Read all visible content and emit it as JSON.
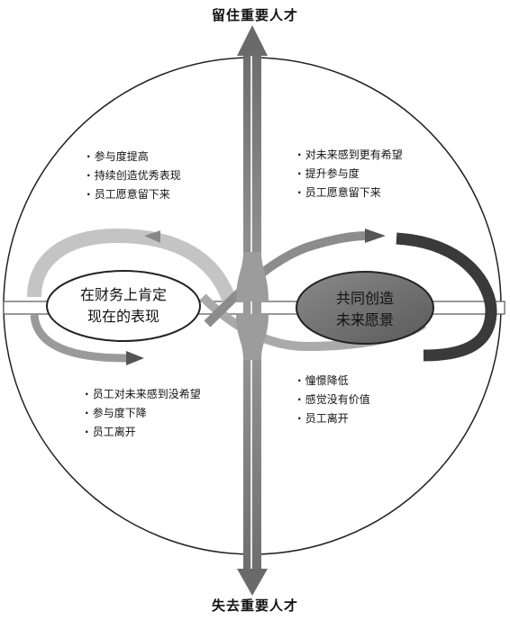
{
  "axis": {
    "top": "留住重要人才",
    "bottom": "失去重要人才"
  },
  "quadrants": {
    "top_left": [
      "参与度提高",
      "持续创造优秀表现",
      "员工愿意留下来"
    ],
    "top_right": [
      "对未来感到更有希望",
      "提升参与度",
      "员工愿意留下来"
    ],
    "bottom_left": [
      "员工对未来感到没希望",
      "参与度下降",
      "员工离开"
    ],
    "bottom_right": [
      "憧憬降低",
      "感觉没有价值",
      "员工离开"
    ]
  },
  "ellipses": {
    "left": [
      "在财务上肯定",
      "现在的表现"
    ],
    "right": [
      "共同创造",
      "未来愿景"
    ]
  }
}
